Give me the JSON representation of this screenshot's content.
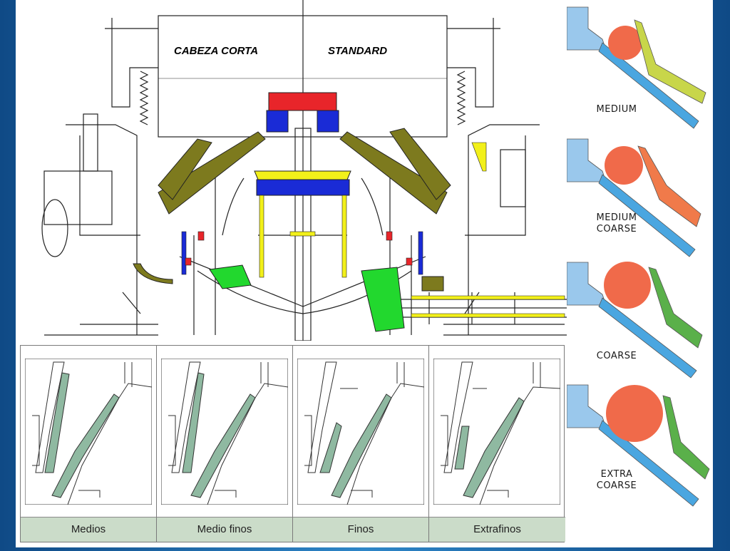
{
  "main_drawing": {
    "left_title": "CABEZA CORTA",
    "right_title": "STANDARD"
  },
  "right_panel": {
    "settings": [
      {
        "label": "MEDIUM",
        "liner_color": "#c8d64a"
      },
      {
        "label": "MEDIUM\nCOARSE",
        "liner_color": "#f07a4a"
      },
      {
        "label": "COARSE",
        "liner_color": "#5ab04a"
      },
      {
        "label": "EXTRA\nCOARSE",
        "liner_color": "#5ab04a"
      }
    ],
    "ball_color": "#f06a4a",
    "mantle_color": "#4aa6e0",
    "frame_color": "#9ac8ec"
  },
  "bottom_panel": {
    "liner_color": "#8fb9a1",
    "label_bg": "#cbdcc9",
    "cells": [
      {
        "label": "Medios"
      },
      {
        "label": "Medio finos"
      },
      {
        "label": "Finos"
      },
      {
        "label": "Extrafinos"
      }
    ]
  },
  "colors": {
    "olive_liner": "#7d7a1e",
    "red_cap": "#e8252a",
    "blue_part": "#1a2bd6",
    "yellow_part": "#f2f01a",
    "green_part": "#22d82e"
  }
}
